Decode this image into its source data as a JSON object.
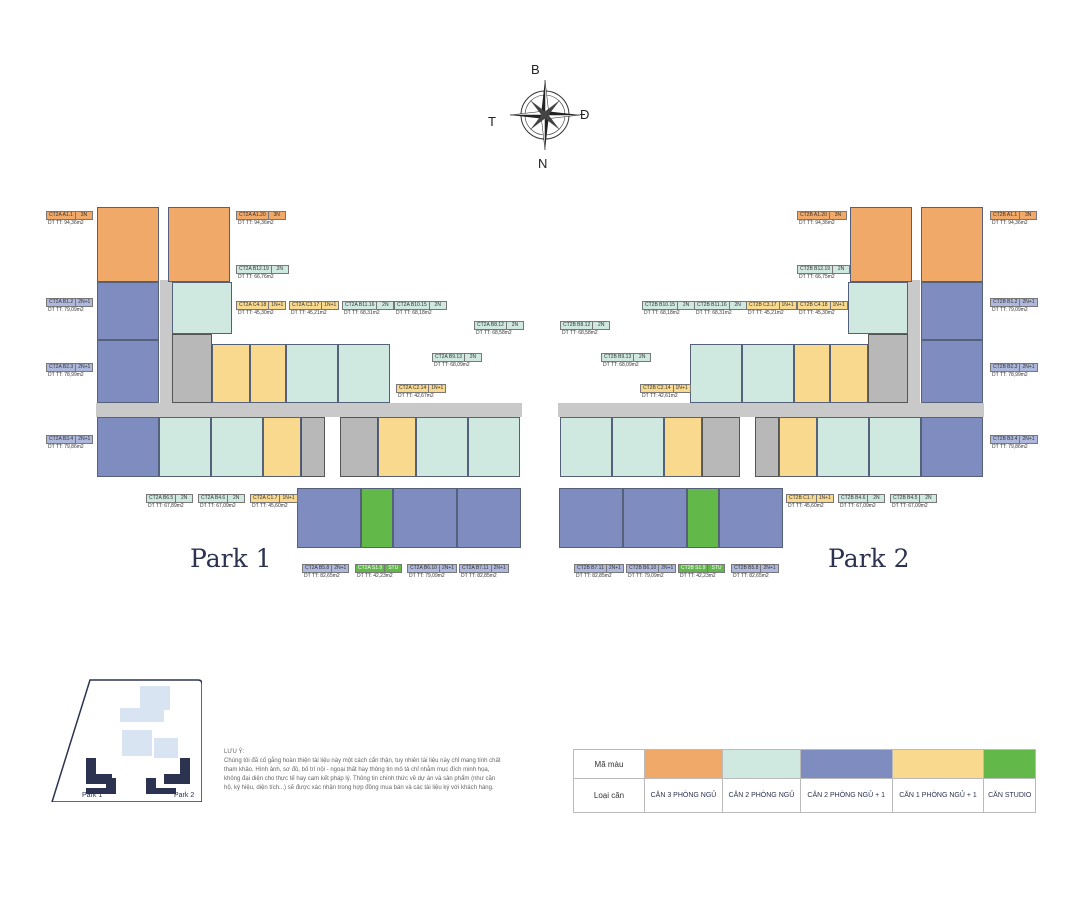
{
  "compass": {
    "north": "B",
    "south": "N",
    "west": "T",
    "east": "Đ"
  },
  "parks": [
    {
      "name": "Park 1"
    },
    {
      "name": "Park 2"
    }
  ],
  "labels": [
    {
      "code": "CT2A A1.1",
      "type": "3N",
      "area": "DT TT: 94,36m2",
      "cls": "t3"
    },
    {
      "code": "CT2A A1.20",
      "type": "3N",
      "area": "DT TT: 94,36m2",
      "cls": "t3"
    },
    {
      "code": "CT2A B12.19",
      "type": "2N",
      "area": "DT TT: 66,76m2",
      "cls": "t2"
    },
    {
      "code": "CT2A B1.2",
      "type": "2N+1",
      "area": "DT TT: 79,09m2",
      "cls": "t21"
    },
    {
      "code": "CT2A C4.18",
      "type": "1N+1",
      "area": "DT TT: 45,30m2",
      "cls": "t11"
    },
    {
      "code": "CT2A C3.17",
      "type": "1N+1",
      "area": "DT TT: 45,21m2",
      "cls": "t11"
    },
    {
      "code": "CT2A B11.16",
      "type": "2N",
      "area": "DT TT: 68,31m2",
      "cls": "t2"
    },
    {
      "code": "CT2A B10.15",
      "type": "2N",
      "area": "DT TT: 68,18m2",
      "cls": "t2"
    },
    {
      "code": "CT2A B8.12",
      "type": "2N",
      "area": "DT TT: 68,58m2",
      "cls": "t2"
    },
    {
      "code": "CT2A B2.3",
      "type": "2N+1",
      "area": "DT TT: 78,99m2",
      "cls": "t21"
    },
    {
      "code": "CT2A B9.13",
      "type": "2N",
      "area": "DT TT: 68,09m2",
      "cls": "t2"
    },
    {
      "code": "CT2A C2.14",
      "type": "1N+1",
      "area": "DT TT: 42,67m2",
      "cls": "t11"
    },
    {
      "code": "CT2A B3.4",
      "type": "2N+1",
      "area": "DT TT: 79,86m2",
      "cls": "t21"
    },
    {
      "code": "CT2A B6.5",
      "type": "2N",
      "area": "DT TT: 67,89m2",
      "cls": "t2"
    },
    {
      "code": "CT2A B4.6",
      "type": "2N",
      "area": "DT TT: 67,09m2",
      "cls": "t2"
    },
    {
      "code": "CT2A C1.7",
      "type": "1N+1",
      "area": "DT TT: 45,60m2",
      "cls": "t11"
    },
    {
      "code": "CT2A B5.8",
      "type": "2N+1",
      "area": "DT TT: 82,65m2",
      "cls": "t21"
    },
    {
      "code": "CT2A S1.9",
      "type": "STU",
      "area": "DT TT: 42,23m2",
      "cls": "tst"
    },
    {
      "code": "CT2A B6.10",
      "type": "2N+1",
      "area": "DT TT: 79,09m2",
      "cls": "t21"
    },
    {
      "code": "CT2A B7.11",
      "type": "2N+1",
      "area": "DT TT: 82,85m2",
      "cls": "t21"
    },
    {
      "code": "CT2B A1.20",
      "type": "3N",
      "area": "DT TT: 94,36m2",
      "cls": "t3"
    },
    {
      "code": "CT2B A1.1",
      "type": "3N",
      "area": "DT TT: 94,36m2",
      "cls": "t3"
    },
    {
      "code": "CT2B B12.19",
      "type": "2N",
      "area": "DT TT: 66,75m2",
      "cls": "t2"
    },
    {
      "code": "CT2B B1.2",
      "type": "2N+1",
      "area": "DT TT: 79,09m2",
      "cls": "t21"
    },
    {
      "code": "CT2B B10.15",
      "type": "2N",
      "area": "DT TT: 68,18m2",
      "cls": "t2"
    },
    {
      "code": "CT2B B11.16",
      "type": "2N",
      "area": "DT TT: 68,31m2",
      "cls": "t2"
    },
    {
      "code": "CT2B C3.17",
      "type": "1N+1",
      "area": "DT TT: 45,21m2",
      "cls": "t11"
    },
    {
      "code": "CT2B C4.18",
      "type": "1N+1",
      "area": "DT TT: 45,30m2",
      "cls": "t11"
    },
    {
      "code": "CT2B B8.12",
      "type": "2N",
      "area": "DT TT: 68,58m2",
      "cls": "t2"
    },
    {
      "code": "CT2B B9.13",
      "type": "2N",
      "area": "DT TT: 68,09m2",
      "cls": "t2"
    },
    {
      "code": "CT2B B2.3",
      "type": "2N+1",
      "area": "DT TT: 78,99m2",
      "cls": "t21"
    },
    {
      "code": "CT2B C2.14",
      "type": "1N+1",
      "area": "DT TT: 42,61m2",
      "cls": "t11"
    },
    {
      "code": "CT2B B3.4",
      "type": "2N+1",
      "area": "DT TT: 79,86m2",
      "cls": "t21"
    },
    {
      "code": "CT2B C1.7",
      "type": "1N+1",
      "area": "DT TT: 45,60m2",
      "cls": "t11"
    },
    {
      "code": "CT2B B4.6",
      "type": "2N",
      "area": "DT TT: 67,09m2",
      "cls": "t2"
    },
    {
      "code": "CT2B B4.5",
      "type": "2N",
      "area": "DT TT: 67,09m2",
      "cls": "t2"
    },
    {
      "code": "CT2B B7.11",
      "type": "2N+1",
      "area": "DT TT: 82,85m2",
      "cls": "t21"
    },
    {
      "code": "CT2B B6.10",
      "type": "2N+1",
      "area": "DT TT: 79,09m2",
      "cls": "t21"
    },
    {
      "code": "CT2B S1.9",
      "type": "STU",
      "area": "DT TT: 42,23m2",
      "cls": "tst"
    },
    {
      "code": "CT2B B5.8",
      "type": "2N+1",
      "area": "DT TT: 82,65m2",
      "cls": "t21"
    }
  ],
  "minimap": {
    "park1": "Park 1",
    "park2": "Park 2"
  },
  "note": {
    "title": "LƯU Ý:",
    "body": "Chúng tôi đã cố gắng hoàn thiện tài liệu này một cách cẩn thận, tuy nhiên tài liệu này chỉ mang tính chất tham khảo. Hình ảnh, sơ đồ, bố trí nội - ngoại thất hay thông tin mô tả chỉ nhằm mục đích minh họa, không đại diện cho thực tế hay cam kết pháp lý. Thông tin chính thức về dự án và sản phẩm (như căn hộ, ký hiệu, diện tích...) sẽ được xác nhận trong hợp đồng mua bán và các tài liệu ký với khách hàng."
  },
  "legend": {
    "color_header": "Mã màu",
    "type_header": "Loại căn",
    "items": [
      {
        "color": "#f0a968",
        "label": "CĂN 3 PHÒNG NGỦ"
      },
      {
        "color": "#cfe9e1",
        "label": "CĂN 2 PHÒNG NGỦ"
      },
      {
        "color": "#7e8cc0",
        "label": "CĂN 2 PHÒNG NGỦ + 1"
      },
      {
        "color": "#f8d98e",
        "label": "CĂN 1 PHÒNG NGỦ + 1"
      },
      {
        "color": "#63b84a",
        "label": "CĂN STUDIO"
      }
    ]
  }
}
